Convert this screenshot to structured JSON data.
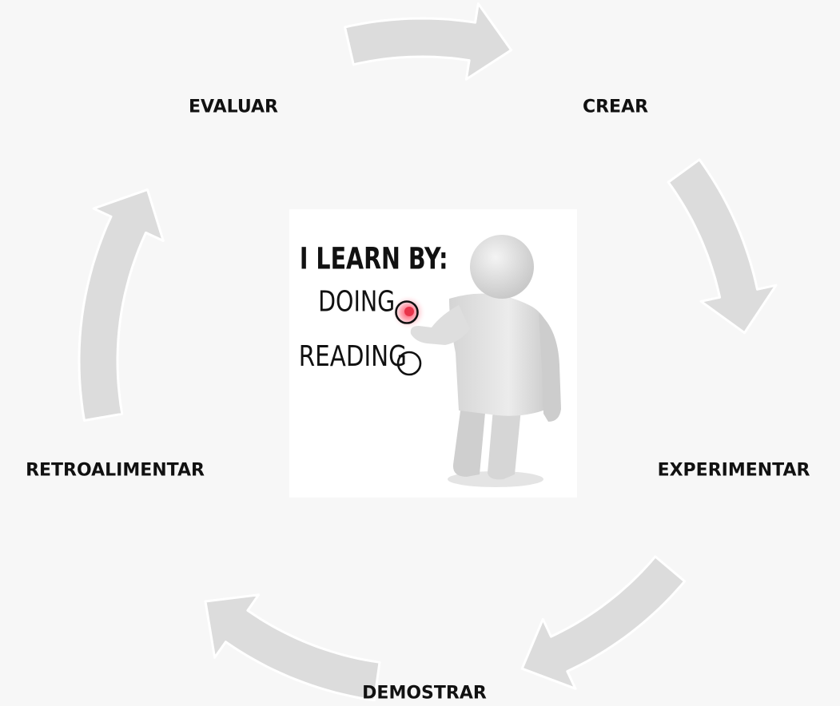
{
  "colors": {
    "background": "#f7f7f7",
    "arrow_fill": "#dcdcdc",
    "arrow_edge": "#ffffff",
    "label_text": "#111111",
    "figure": "#d9d9d9",
    "highlight": "#e8334a"
  },
  "cycle": {
    "stages": [
      {
        "id": "crear",
        "label": "CREAR"
      },
      {
        "id": "experimentar",
        "label": "EXPERIMENTAR"
      },
      {
        "id": "demostrar",
        "label": "DEMOSTRAR"
      },
      {
        "id": "retroalimentar",
        "label": "RETROALIMENTAR"
      },
      {
        "id": "evaluar",
        "label": "EVALUAR"
      }
    ],
    "arrow_direction": "clockwise"
  },
  "center_image": {
    "heading": "I LEARN BY:",
    "options": [
      {
        "label": "DOING",
        "selected": true
      },
      {
        "label": "READING",
        "selected": false
      }
    ]
  }
}
